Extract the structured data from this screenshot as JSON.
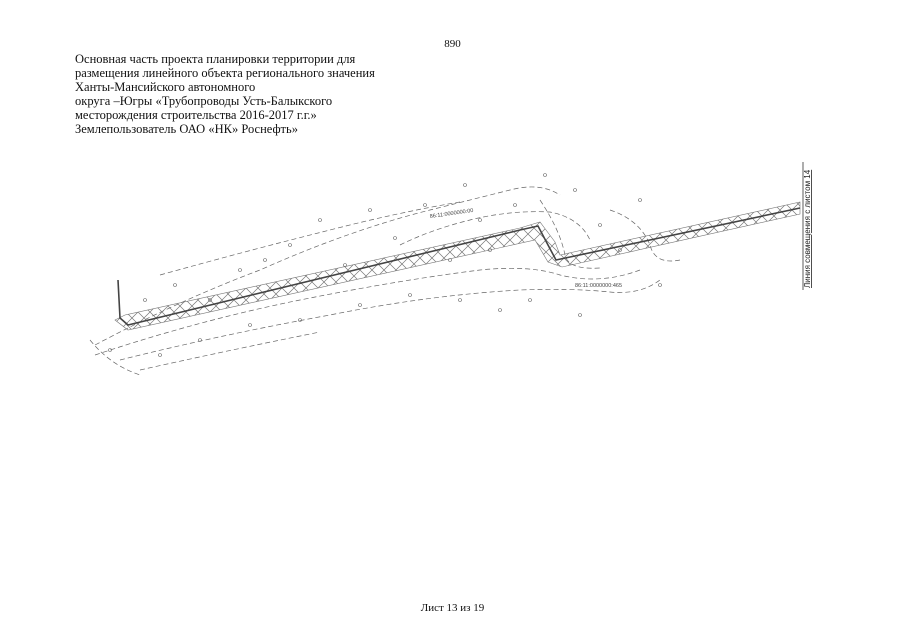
{
  "page": {
    "number": "890",
    "header_lines": [
      "Основная часть проекта планировки территории для",
      "размещения линейного объекта регионального значения",
      "Ханты-Мансийского автономного",
      "округа –Югры «Трубопроводы Усть-Балыкского",
      "месторождения строительства 2016-2017 г.г.»",
      "Землепользователь ОАО «НК» Роснефть»"
    ],
    "footer": "Лист 13 из 19"
  },
  "drawing": {
    "match_line_label": "Линия совмещения с листом 14",
    "point_labels": [
      "86:11:0000000:00",
      "86:11:0000000:465"
    ],
    "stroke_color": "#555555",
    "hatch_color": "#777777"
  }
}
